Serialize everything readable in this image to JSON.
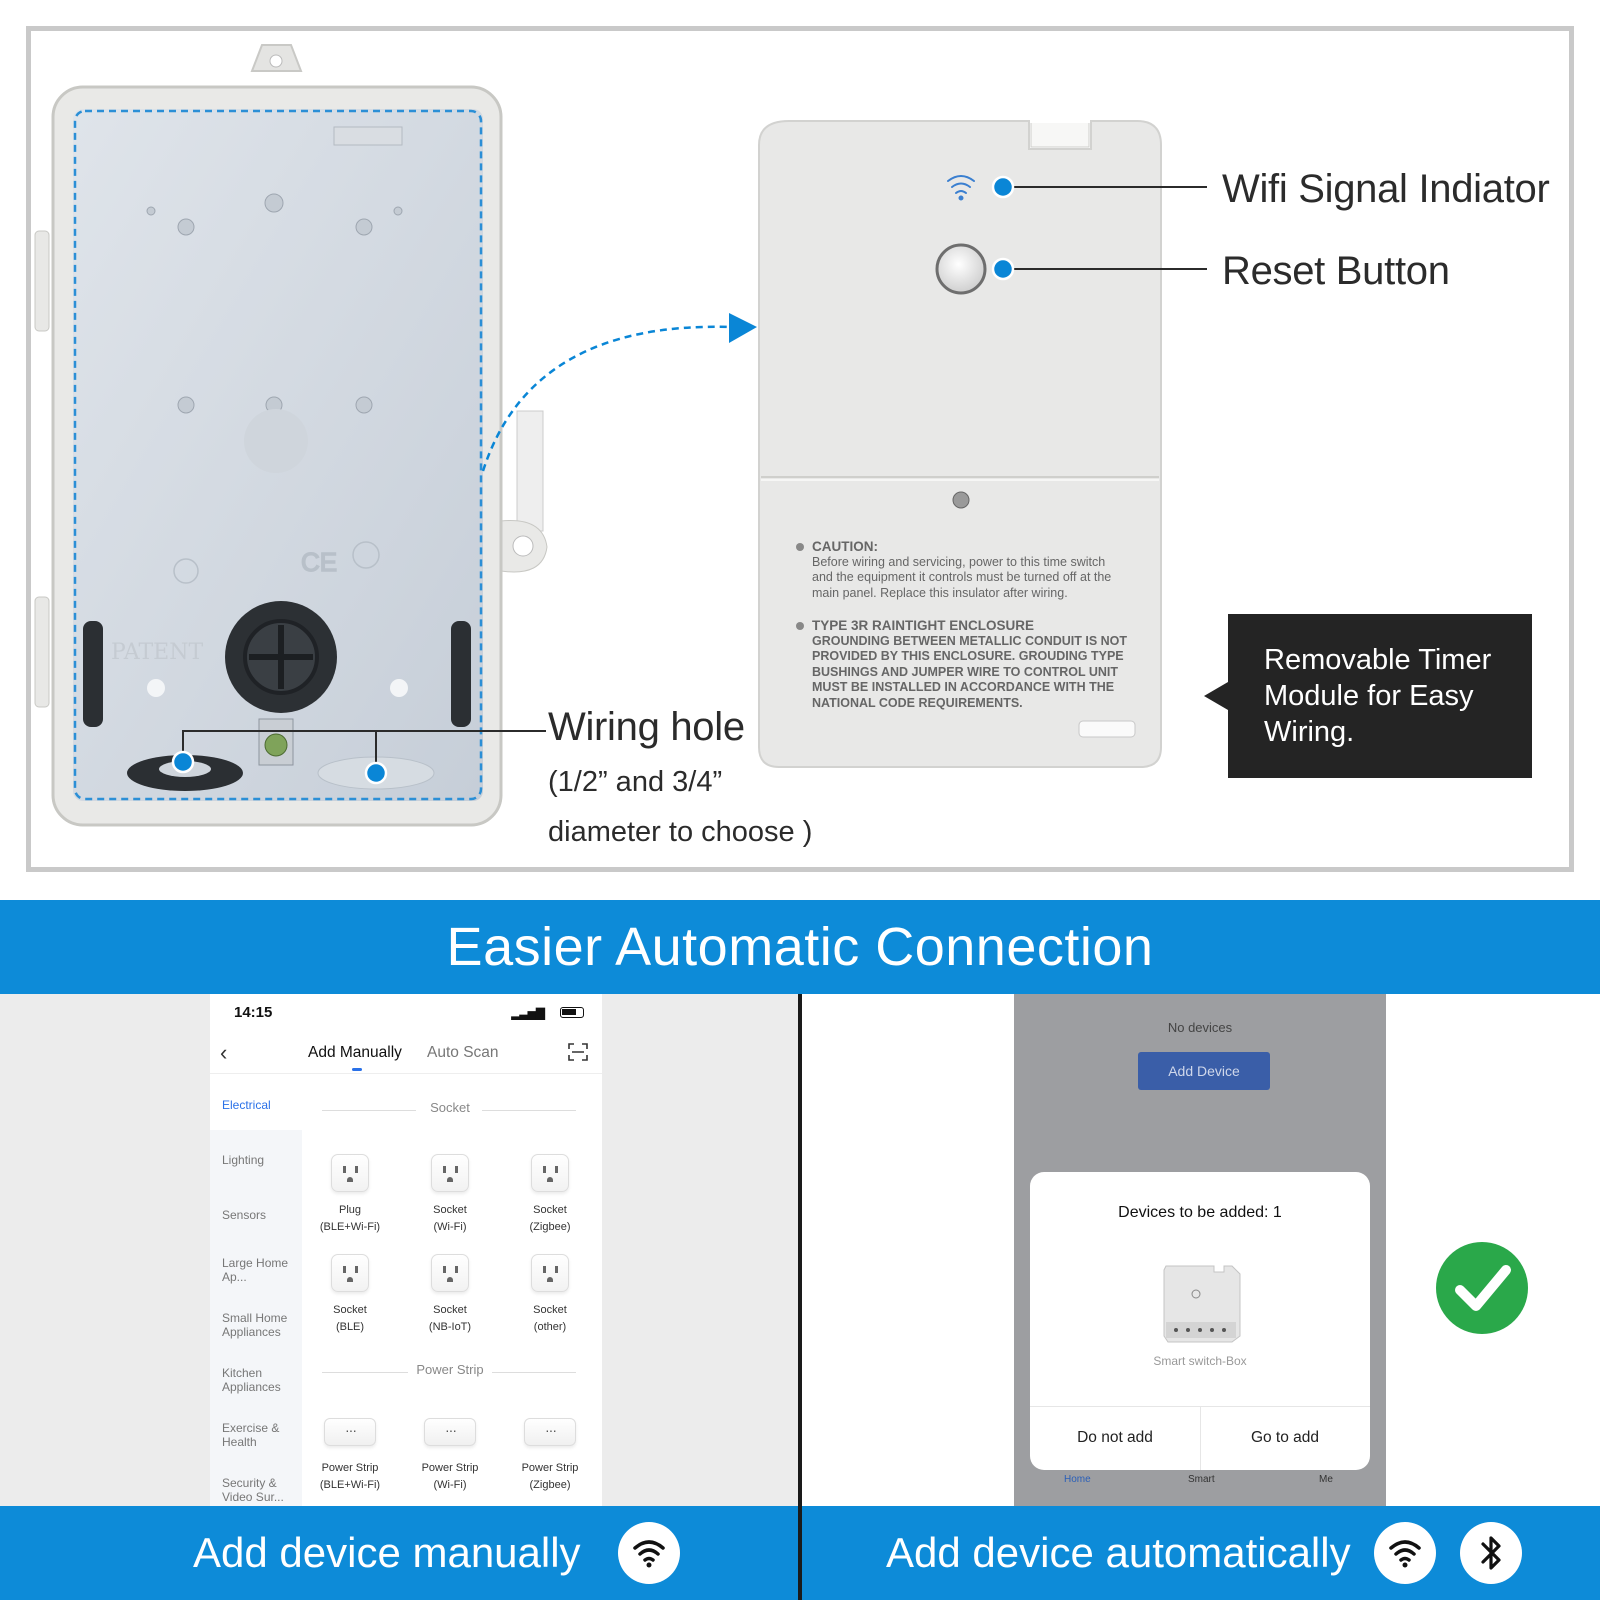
{
  "callouts": {
    "wifi_indicator": "Wifi Signal Indiator",
    "reset_button": "Reset Button",
    "wiring_hole": "Wiring hole",
    "wiring_hole_detail_1": "(1/2” and 3/4”",
    "wiring_hole_detail_2": "diameter to choose )"
  },
  "module_label": {
    "caution_title": "CAUTION:",
    "caution_lines": [
      "Before wiring and servicing, power to this time switch",
      "and the equipment it controls must be turned off at the",
      "main panel. Replace this insulator after wiring."
    ],
    "enclosure_lines": [
      "TYPE 3R RAINTIGHT ENCLOSURE",
      "GROUNDING BETWEEN METALLIC CONDUIT IS NOT",
      "PROVIDED BY THIS ENCLOSURE. GROUDING TYPE",
      "BUSHINGS AND JUMPER WIRE TO CONTROL UNIT",
      "MUST BE INSTALLED IN ACCORDANCE WITH THE",
      "NATIONAL CODE REQUIREMENTS."
    ]
  },
  "enclosure_marks": {
    "patent": "PATENT"
  },
  "removable_box": {
    "line1": "Removable Timer",
    "line2": "Module for Easy",
    "line3": "Wiring."
  },
  "banner": {
    "title": "Easier Automatic Connection"
  },
  "phone_manual": {
    "time": "14:15",
    "tabs": {
      "manual": "Add Manually",
      "auto": "Auto Scan"
    },
    "categories": [
      "Electrical",
      "Lighting",
      "Sensors",
      "Large Home Ap...",
      "Small Home Appliances",
      "Kitchen Appliances",
      "Exercise & Health",
      "Security & Video Sur..."
    ],
    "sections": {
      "socket": "Socket",
      "power_strip": "Power Strip"
    },
    "socket_devices": [
      {
        "name": "Plug",
        "sub": "(BLE+Wi-Fi)"
      },
      {
        "name": "Socket",
        "sub": "(Wi-Fi)"
      },
      {
        "name": "Socket",
        "sub": "(Zigbee)"
      },
      {
        "name": "Socket",
        "sub": "(BLE)"
      },
      {
        "name": "Socket",
        "sub": "(NB-IoT)"
      },
      {
        "name": "Socket",
        "sub": "(other)"
      }
    ],
    "strip_devices": [
      {
        "name": "Power Strip",
        "sub": "(BLE+Wi-Fi)"
      },
      {
        "name": "Power Strip",
        "sub": "(Wi-Fi)"
      },
      {
        "name": "Power Strip",
        "sub": "(Zigbee)"
      }
    ]
  },
  "phone_auto": {
    "no_devices": "No devices",
    "add_device": "Add Device",
    "dialog_title": "Devices to be added: 1",
    "device_name": "Smart switch-Box",
    "do_not_add": "Do not add",
    "go_to_add": "Go to add",
    "tabs": {
      "home": "Home",
      "smart": "Smart",
      "me": "Me"
    }
  },
  "footer": {
    "manual": "Add device manually",
    "auto": "Add device automatically"
  },
  "colors": {
    "accent_blue": "#0d8bd8",
    "callout_dot": "#0a86d6",
    "check_green": "#2aa84a",
    "dark_box": "#242424"
  },
  "icons": {
    "wifi": "wifi-icon",
    "bluetooth": "bluetooth-icon",
    "check": "check-circle-icon",
    "back": "chevron-left-icon",
    "scan": "scan-icon"
  }
}
